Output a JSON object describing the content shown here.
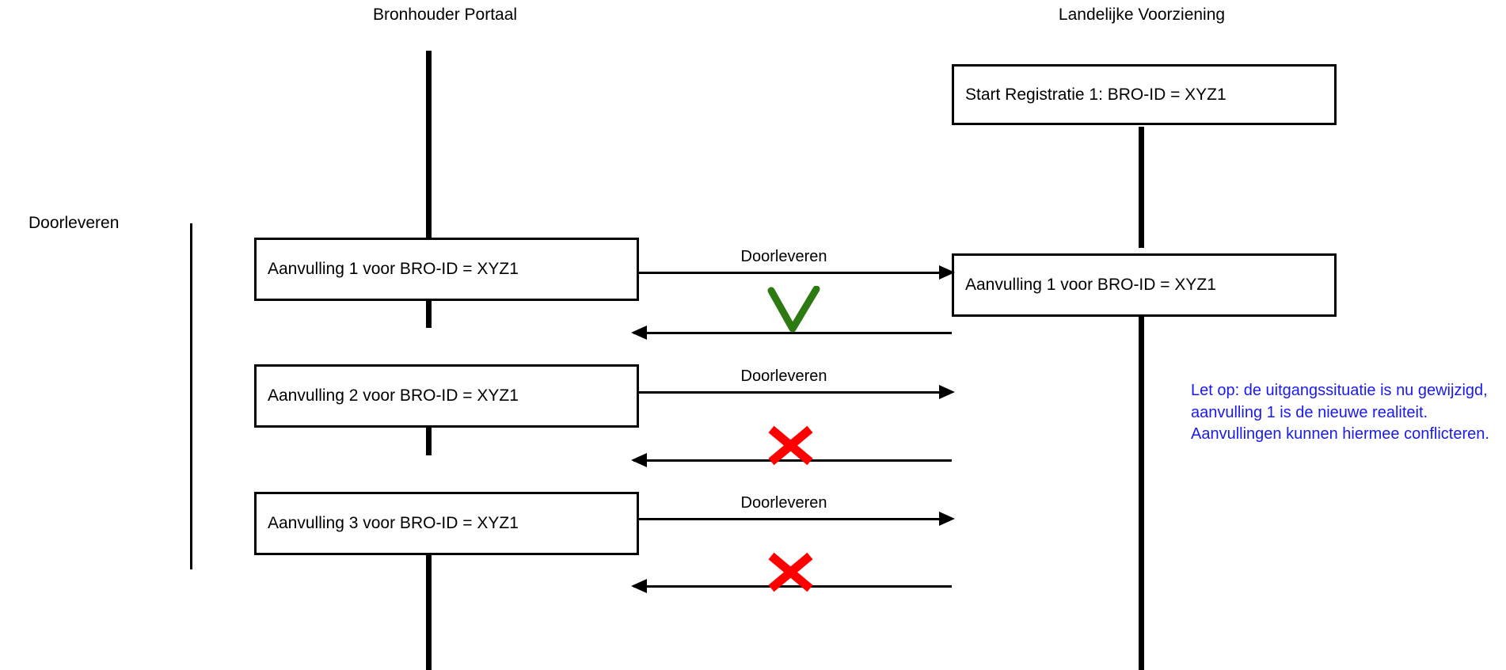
{
  "diagram": {
    "type": "sequence-diagram",
    "lanes": [
      {
        "id": "bronhouder-portaal",
        "title": "Bronhouder Portaal"
      },
      {
        "id": "landelijke-voorziening",
        "title": "Landelijke Voorziening"
      }
    ],
    "group_label": "Doorleveren",
    "boxes": [
      {
        "id": "start-registratie",
        "lane": "landelijke-voorziening",
        "text": "Start Registratie 1: BRO-ID = XYZ1"
      },
      {
        "id": "aanvulling-1-left",
        "lane": "bronhouder-portaal",
        "text": "Aanvulling 1 voor BRO-ID = XYZ1"
      },
      {
        "id": "aanvulling-1-right",
        "lane": "landelijke-voorziening",
        "text": "Aanvulling 1 voor BRO-ID = XYZ1"
      },
      {
        "id": "aanvulling-2-left",
        "lane": "bronhouder-portaal",
        "text": "Aanvulling 2 voor BRO-ID = XYZ1"
      },
      {
        "id": "aanvulling-3-left",
        "lane": "bronhouder-portaal",
        "text": "Aanvulling 3 voor BRO-ID = XYZ1"
      }
    ],
    "messages": [
      {
        "id": "doorleveren-1",
        "label": "Doorleveren",
        "direction": "right"
      },
      {
        "id": "response-1",
        "label": "",
        "direction": "left",
        "status": "success",
        "status_icon": "green-check-icon"
      },
      {
        "id": "doorleveren-2",
        "label": "Doorleveren",
        "direction": "right"
      },
      {
        "id": "response-2",
        "label": "",
        "direction": "left",
        "status": "failure",
        "status_icon": "red-cross-icon"
      },
      {
        "id": "doorleveren-3",
        "label": "Doorleveren",
        "direction": "right"
      },
      {
        "id": "response-3",
        "label": "",
        "direction": "left",
        "status": "failure",
        "status_icon": "red-cross-icon"
      }
    ],
    "note": {
      "text": "Let op: de uitgangssituatie is nu gewijzigd, aanvulling 1 is de nieuwe realiteit. Aanvullingen kunnen hiermee conflicteren.",
      "color": "#1a1aee"
    },
    "colors": {
      "line": "#000000",
      "success": "#2d7a12",
      "failure": "#ff0000",
      "note": "#1a1aee",
      "background": "#ffffff"
    }
  }
}
